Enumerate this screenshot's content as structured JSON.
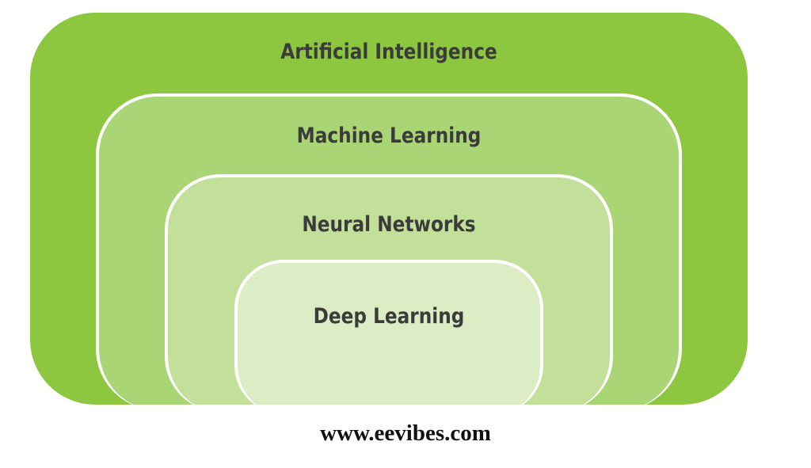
{
  "diagram": {
    "layers": [
      {
        "label": "Artificial Intelligence",
        "color": "#8dc63f"
      },
      {
        "label": "Machine Learning",
        "color": "#a9d574"
      },
      {
        "label": "Neural Networks",
        "color": "#c3e09b"
      },
      {
        "label": "Deep Learning",
        "color": "#dcecc4"
      }
    ],
    "label_color": "#3b3b3b",
    "border_color": "#ffffff"
  },
  "footer": {
    "watermark": "www.eevibes.com"
  }
}
